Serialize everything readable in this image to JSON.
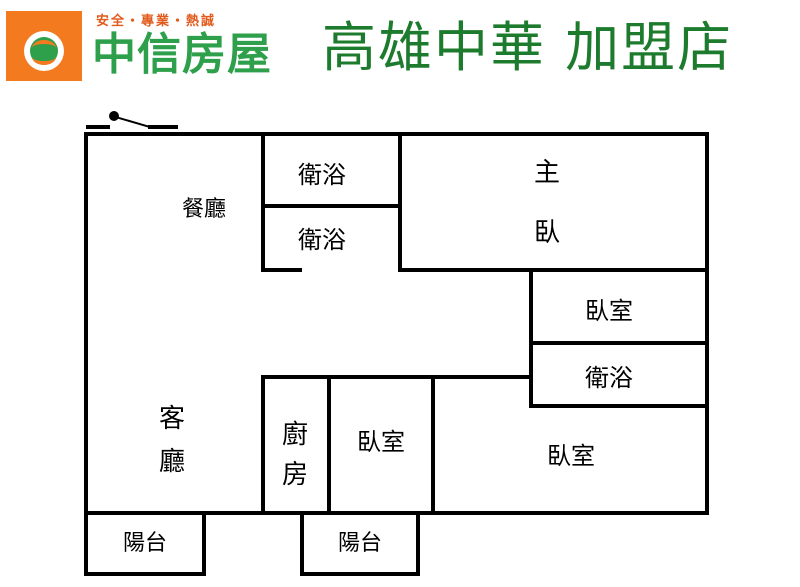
{
  "header": {
    "slogan": "安全・專業・熱誠",
    "brand": "中信房屋",
    "store": "高雄中華 加盟店"
  },
  "rooms": {
    "dining": "餐廳",
    "bath1": "衛浴",
    "bath2": "衛浴",
    "master_line1": "主",
    "master_line2": "臥",
    "bedroom_right": "臥室",
    "bath3": "衛浴",
    "living_line1": "客",
    "living_line2": "廳",
    "kitchen_line1": "廚",
    "kitchen_line2": "房",
    "bedroom_mid": "臥室",
    "bedroom_bottom_right": "臥室",
    "balcony_left": "陽台",
    "balcony_right": "陽台"
  },
  "colors": {
    "wall": "#000000",
    "logo_orange": "#f47a20",
    "logo_green": "#2e9f4a",
    "store_green": "#1d7b2e"
  }
}
